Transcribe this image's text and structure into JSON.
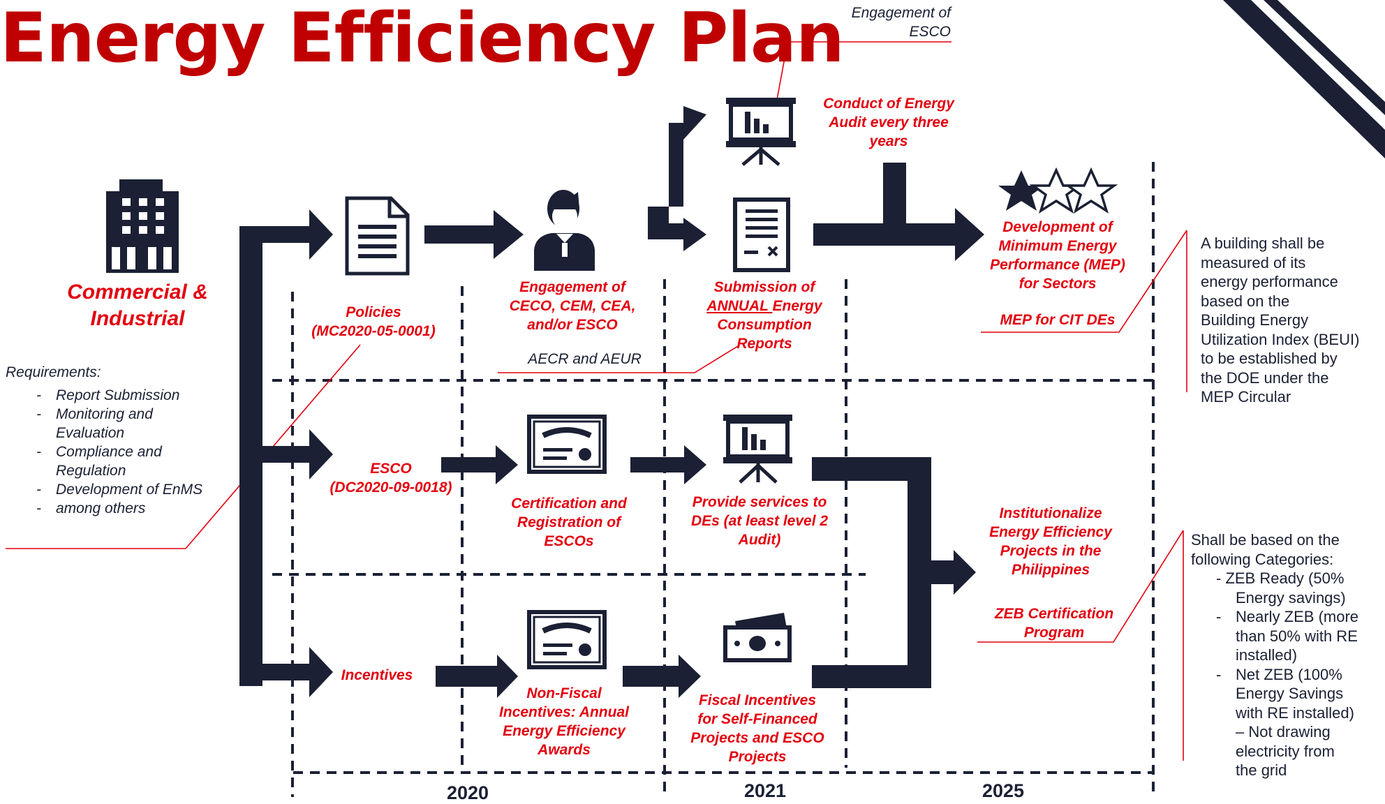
{
  "title": "Energy Efficiency Plan",
  "colors": {
    "navy": "#1b2034",
    "red": "#e3000f",
    "title_red": "#c00000"
  },
  "icons": [
    "building-icon",
    "document-icon",
    "person-icon",
    "presentation-board-icon",
    "report-icon",
    "rating-stars-icon",
    "certificate-icon",
    "money-icon"
  ],
  "sector": {
    "line1": "Commercial &",
    "line2": "Industrial"
  },
  "requirements": {
    "heading": "Requirements:",
    "items": [
      "Report Submission",
      "Monitoring and Evaluation",
      "Compliance and Regulation",
      "Development of EnMS",
      "among others"
    ]
  },
  "row1": {
    "policies": {
      "line1": "Policies",
      "line2": "(MC2020-05-0001)"
    },
    "engagement": {
      "line1": "Engagement of",
      "line2": "CECO, CEM, CEA,",
      "line3": "and/or ESCO"
    },
    "esco_callout": {
      "line1": "Engagement of",
      "line2": "ESCO"
    },
    "audit": {
      "line1": "Conduct of Energy",
      "line2": "Audit every three",
      "line3": "years"
    },
    "submission": {
      "line1": "Submission of",
      "line2_u": "ANNUAL ",
      "line2_rest": "Energy",
      "line3": "Consumption",
      "line4": "Reports"
    },
    "aecr": "AECR and AEUR",
    "mep": {
      "line1": "Development of",
      "line2": "Minimum Energy",
      "line3": "Performance (MEP)",
      "line4": "for Sectors"
    },
    "mep_cit": "MEP for CIT DEs"
  },
  "row2": {
    "esco": {
      "line1": "ESCO",
      "line2": "(DC2020-09-0018)"
    },
    "certification": {
      "line1": "Certification and",
      "line2": "Registration of",
      "line3": "ESCOs"
    },
    "services": {
      "line1": "Provide services to",
      "line2": "DEs (at least level 2",
      "line3": "Audit)"
    }
  },
  "row3": {
    "incentives": "Incentives",
    "nonfiscal": {
      "line1": "Non-Fiscal",
      "line2": "Incentives:  Annual",
      "line3": "Energy Efficiency",
      "line4": "Awards"
    },
    "fiscal": {
      "line1": "Fiscal Incentives",
      "line2": "for Self-Financed",
      "line3": "Projects and ESCO",
      "line4": "Projects"
    }
  },
  "institutionalize": {
    "line1": "Institutionalize",
    "line2": "Energy Efficiency",
    "line3": "Projects in the",
    "line4": "Philippines"
  },
  "zeb": {
    "line1": "ZEB Certification",
    "line2": "Program"
  },
  "beui_note": [
    "A building shall be",
    "measured of its",
    "energy performance",
    "based on the",
    "Building Energy",
    "Utilization Index (BEUI)",
    "to be established by",
    "the DOE under the",
    "MEP Circular"
  ],
  "categories_note": {
    "line1": "Shall be based on the",
    "line2": "following Categories:",
    "zeb_ready": {
      "line1": "- ZEB Ready (50%",
      "line2": "Energy savings)"
    },
    "items": [
      {
        "line1": "Nearly ZEB (more",
        "line2": "than 50% with RE",
        "line3": "installed)"
      },
      {
        "line1": "Net ZEB (100%",
        "line2": "Energy Savings",
        "line3": "with RE installed)",
        "line4": "– Not drawing",
        "line5": "electricity  from",
        "line6": "the grid"
      }
    ]
  },
  "years": [
    "2020",
    "2021",
    "2025"
  ]
}
